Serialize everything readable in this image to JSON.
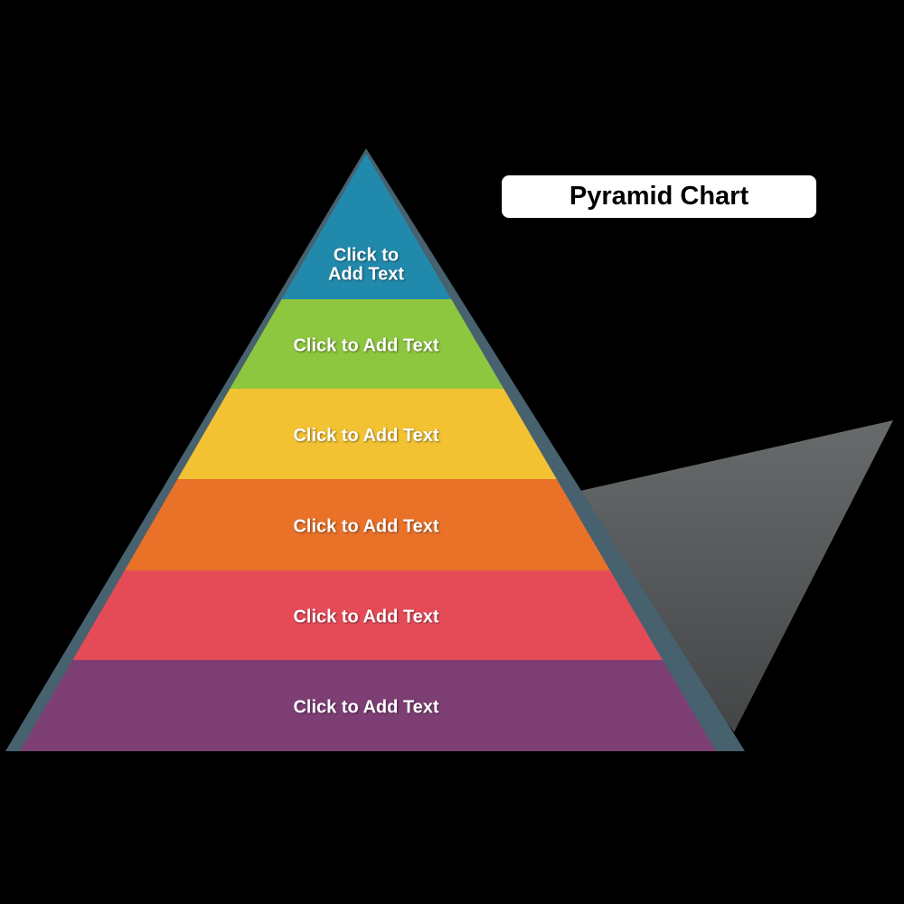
{
  "title": {
    "text": "Pyramid Chart"
  },
  "colors": {
    "background": "#000000",
    "border": "#47616f",
    "shadow_top": "#686b6c",
    "shadow_bottom": "#434546",
    "title_box_bg": "#ffffff",
    "title_text": "#000000",
    "label_text": "#ffffff"
  },
  "chart_data": {
    "type": "pyramid",
    "title": "Pyramid Chart",
    "legend_position": "none",
    "levels": [
      {
        "label": "Click to Add Text",
        "display_lines": [
          "Click to",
          "Add Text"
        ],
        "color": "#2189ab"
      },
      {
        "label": "Click to Add Text",
        "color": "#8dc63f"
      },
      {
        "label": "Click to Add Text",
        "color": "#f2c233"
      },
      {
        "label": "Click to Add Text",
        "color": "#e97128"
      },
      {
        "label": "Click to Add Text",
        "color": "#e54b57"
      },
      {
        "label": "Click to Add Text",
        "color": "#7d3e74"
      }
    ]
  }
}
